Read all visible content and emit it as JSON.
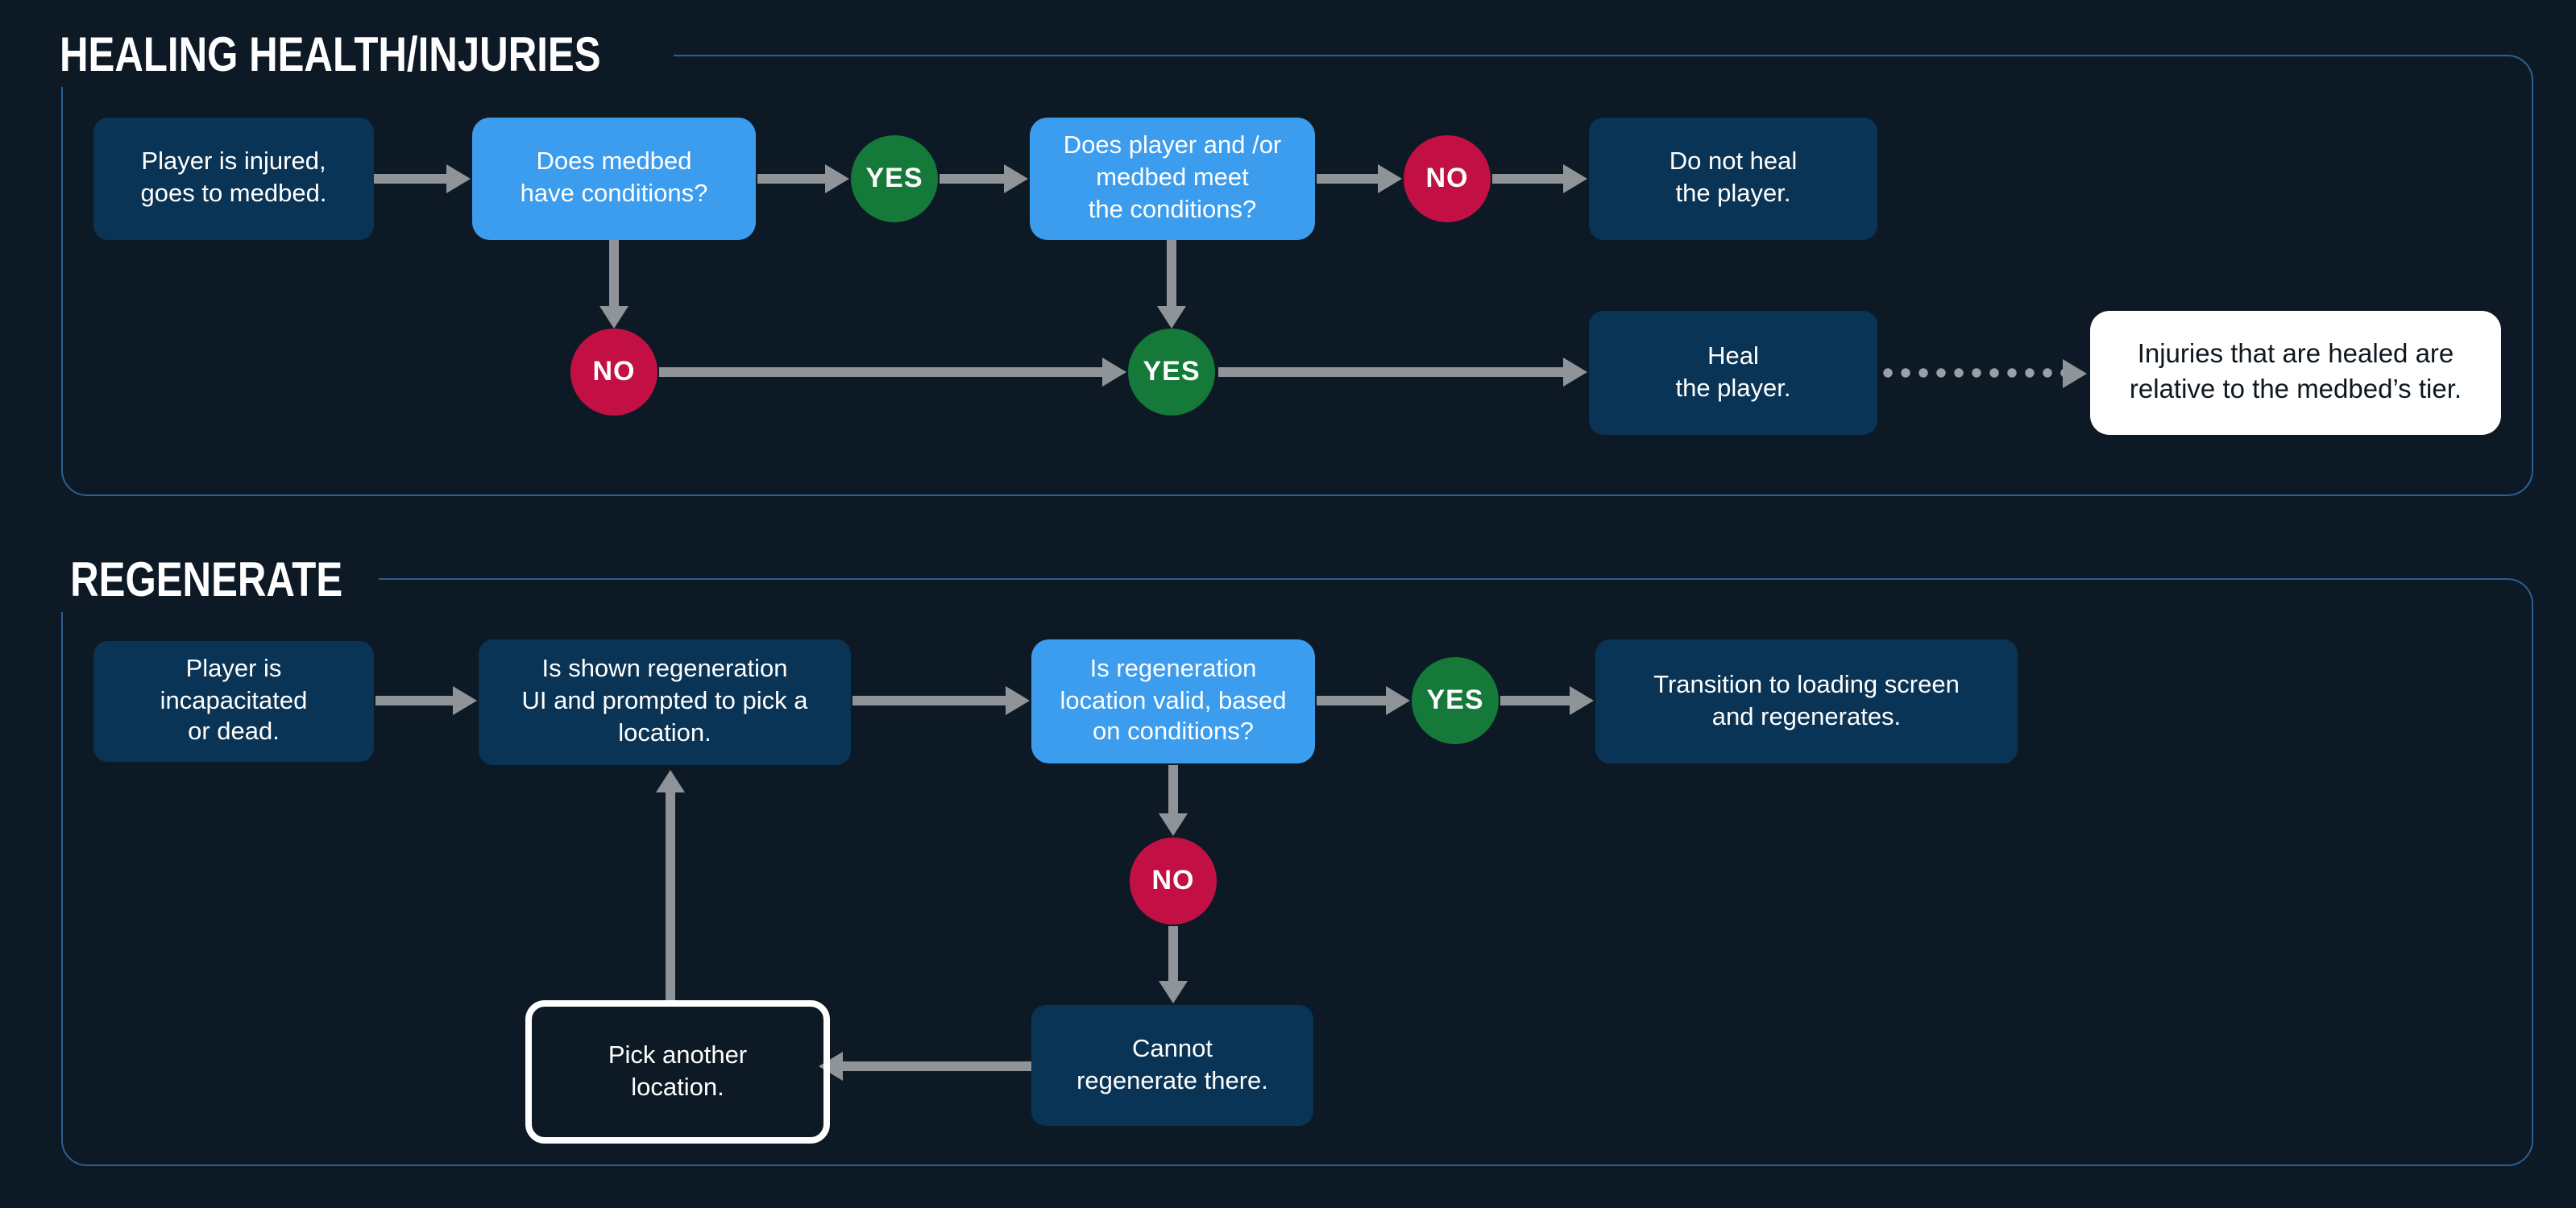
{
  "colors": {
    "background": "#0d1a26",
    "section_border": "#2c5f93",
    "box_dark": "#0a3455",
    "box_blue": "#3c9ced",
    "yes_green": "#157939",
    "no_red": "#c31044",
    "arrow_gray": "#8f9499",
    "note_bg": "#ffffff",
    "note_text": "#0e1720",
    "title_text": "#ffffff"
  },
  "healing": {
    "title": "HEALING HEALTH/INJURIES",
    "nodes": {
      "injured": "Player is injured,\ngoes to medbed.",
      "medbed_conditions": "Does medbed\nhave conditions?",
      "meet_conditions": "Does player and /or\nmedbed meet\nthe conditions?",
      "do_not_heal": "Do not heal\nthe player.",
      "heal": "Heal\nthe player.",
      "note": "Injuries that are healed are\nrelative to the medbed’s tier."
    },
    "badges": {
      "yes1": "YES",
      "no1": "NO",
      "no2": "NO",
      "yes2": "YES"
    }
  },
  "regenerate": {
    "title": "REGENERATE",
    "nodes": {
      "incapacitated": "Player is\nincapacitated\nor dead.",
      "shown_ui": "Is shown regeneration\nUI and prompted to pick a\nlocation.",
      "location_valid": "Is regeneration\nlocation valid, based\non conditions?",
      "transition": "Transition to loading screen\nand regenerates.",
      "cannot_regenerate": "Cannot\nregenerate there.",
      "pick_another": "Pick another\nlocation."
    },
    "badges": {
      "yes": "YES",
      "no": "NO"
    }
  }
}
